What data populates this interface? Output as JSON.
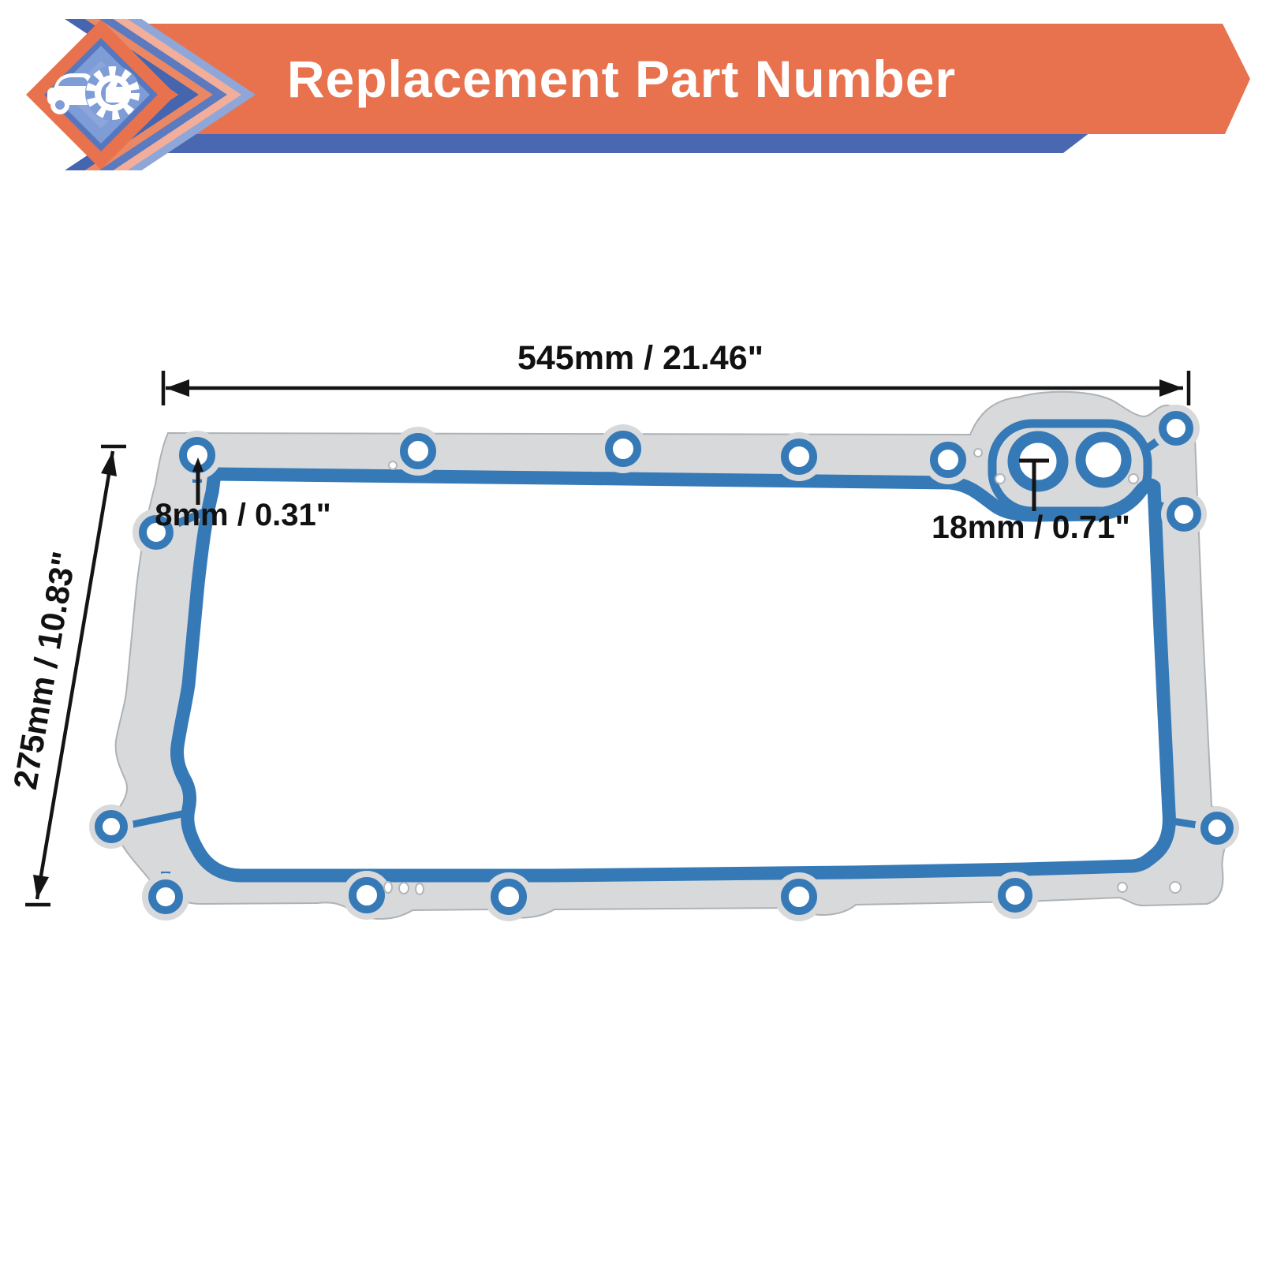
{
  "header": {
    "title": "Replacement Part Number"
  },
  "logo": {
    "icons": [
      "car-icon",
      "gear-icon",
      "thumbs-up-icon"
    ]
  },
  "diagram": {
    "labels": {
      "overall_width": "545mm / 21.46\"",
      "overall_height": "275mm / 10.83\"",
      "bolt_hole_diameter": "8mm / 0.31\"",
      "port_diameter": "18mm / 0.71\""
    },
    "colors": {
      "seal_blue": "#3679B7",
      "metal_gray": "#D7D9DB",
      "banner_orange": "#E8724E",
      "banner_shadow_blue": "#4A68B2"
    }
  }
}
